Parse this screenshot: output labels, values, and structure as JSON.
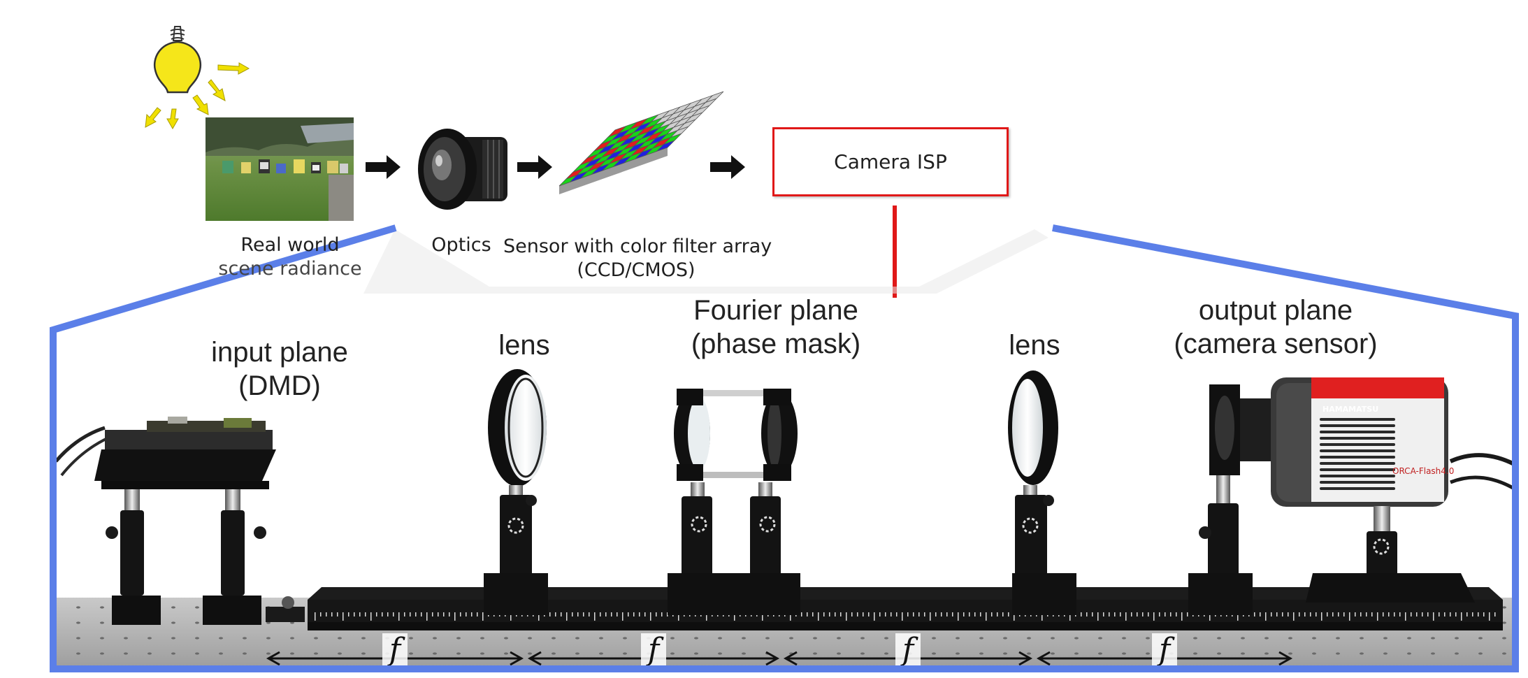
{
  "pipeline": {
    "scene_label_line1": "Real world",
    "scene_label_line2": "scene radiance",
    "optics_label": "Optics",
    "sensor_label_line1": "Sensor with color filter array",
    "sensor_label_line2": "(CCD/CMOS)",
    "isp_label": "Camera ISP"
  },
  "setup": {
    "input_plane_line1": "input plane",
    "input_plane_line2": "(DMD)",
    "lens1": "lens",
    "fourier_line1": "Fourier plane",
    "fourier_line2": "(phase mask)",
    "lens2": "lens",
    "output_line1": "output plane",
    "output_line2": "(camera sensor)",
    "focal_symbol": "f",
    "camera_brand": "HAMAMATSU",
    "camera_model": "ORCA-Flash4.0"
  },
  "colors": {
    "isp_border": "#e01818",
    "zoom_frame": "#5b7fe8",
    "bulb": "#f5e61a",
    "rays": "#f0e000"
  }
}
